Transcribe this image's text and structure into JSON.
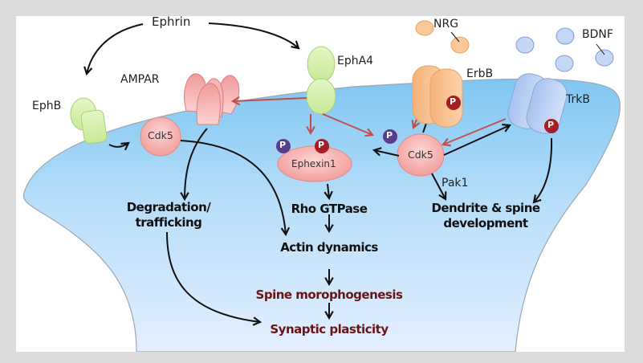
{
  "labels": {
    "ephrin": "Ephrin",
    "ampar": "AMPAR",
    "epha4": "EphA4",
    "ephb": "EphB",
    "nrg": "NRG",
    "erbb": "ErbB",
    "bdnf": "BDNF",
    "trkb": "TrkB",
    "cdk5_left": "Cdk5",
    "cdk5_center": "Cdk5",
    "ephexin1": "Ephexin1",
    "pak1": "Pak1",
    "phospho": "P"
  },
  "outcomes": {
    "degradation_line1": "Degradation/",
    "degradation_line2": "trafficking",
    "rho_gtpase": "Rho GTPase",
    "actin_dynamics": "Actin dynamics",
    "dendrite_line1": "Dendrite & spine",
    "dendrite_line2": "development",
    "spine_morphogenesis": "Spine morophogenesis",
    "synaptic_plasticity": "Synaptic plasticity"
  },
  "colors": {
    "frame": "#dcdcdc",
    "spine_top": "#8fcdf3",
    "spine_bottom": "#e2efff",
    "eph_green": "#d6f0ae",
    "ampar_pink": "#f3a9a9",
    "erbb_orange": "#f8bf8a",
    "trkb_blue": "#b5cdf3",
    "kinase_pink": "#f7b8b6",
    "phospho_red": "#a61d24",
    "phospho_purple": "#5a3c8c",
    "inhibit_arrow": "#c0504d",
    "outcome_red": "#6b1414"
  }
}
